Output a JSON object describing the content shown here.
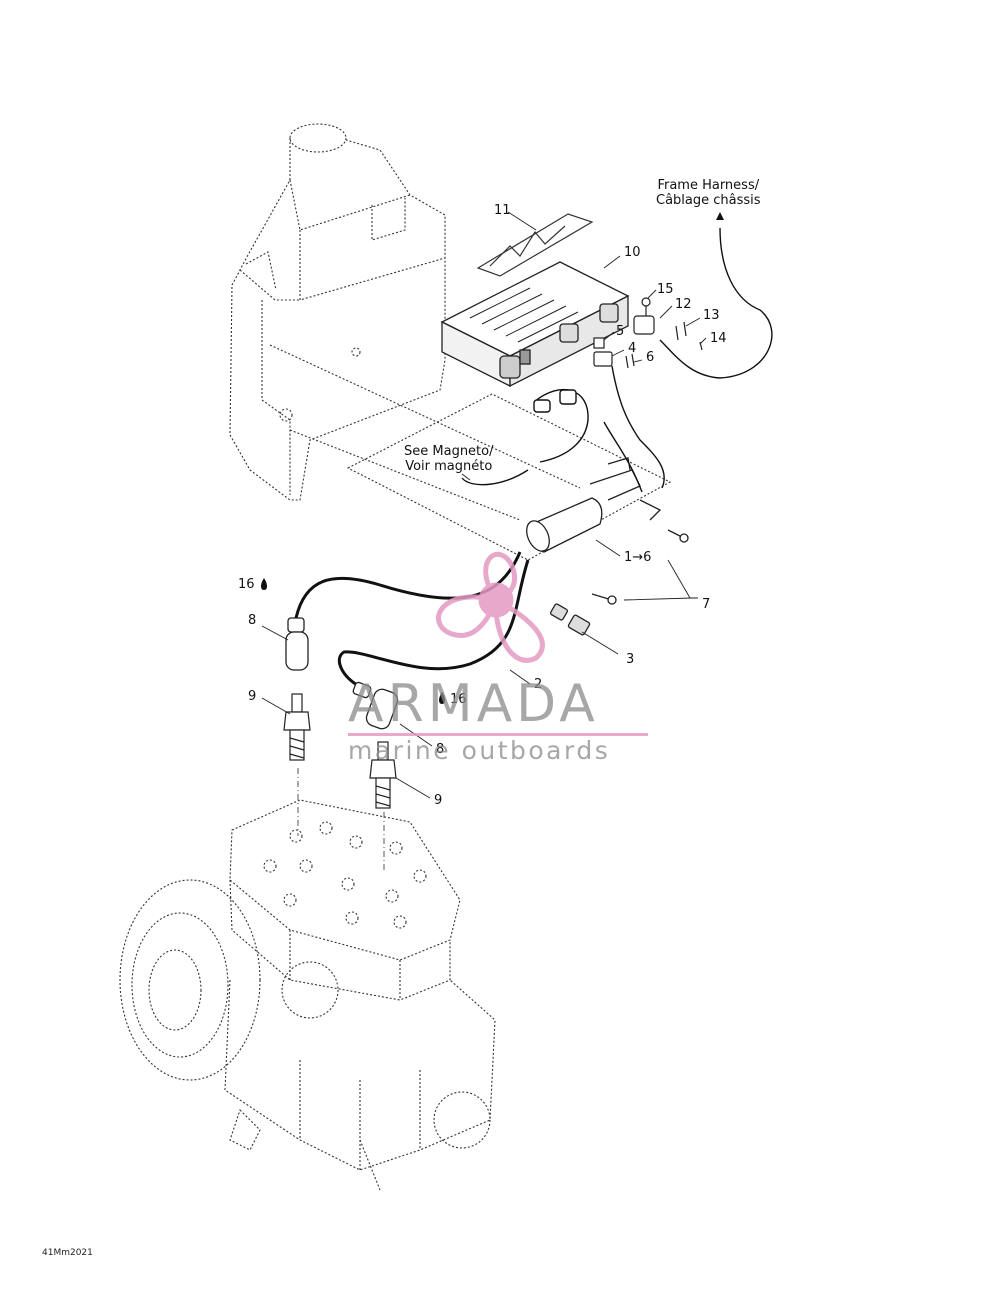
{
  "callouts": {
    "c11": "11",
    "c10": "10",
    "c15": "15",
    "c12": "12",
    "c13": "13",
    "c14": "14",
    "c5": "5",
    "c4": "4",
    "c6": "6",
    "c1to6": "1→6",
    "c7": "7",
    "c3": "3",
    "c2": "2",
    "c16a": "16",
    "c8a": "8",
    "c9a": "9",
    "c16b": "16",
    "c8b": "8",
    "c9b": "9"
  },
  "notes": {
    "frame_harness_en": "Frame Harness/",
    "frame_harness_fr": "Câblage châssis",
    "magneto_en": "See Magneto/",
    "magneto_fr": "Voir magnéto"
  },
  "watermark": {
    "name": "ARMADA",
    "tagline": "marine outboards",
    "colors": {
      "propeller": "#e49ac4",
      "text": "#8a8a8a"
    }
  },
  "drawing_code": "41Mm2021"
}
